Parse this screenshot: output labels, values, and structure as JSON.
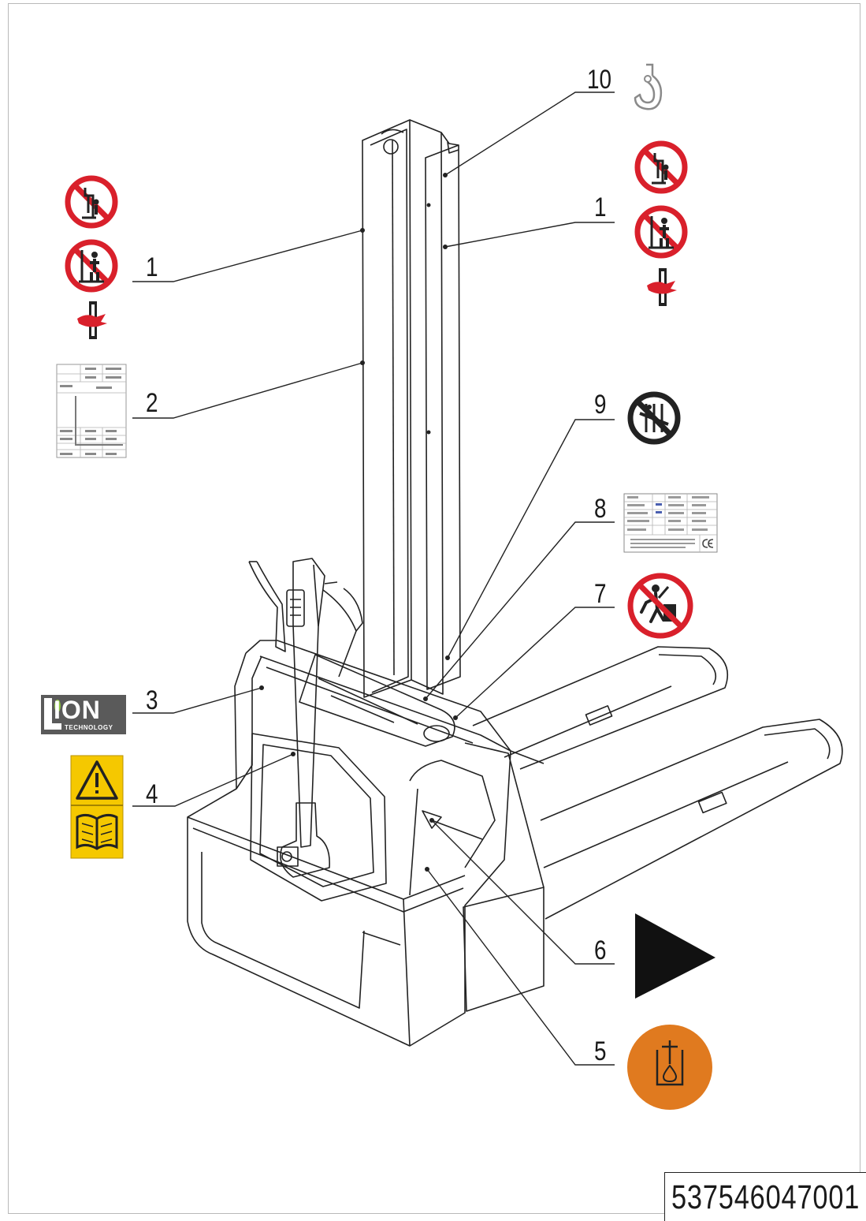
{
  "drawing_number": "537546047001",
  "callouts": {
    "c1_left": "1",
    "c1_right": "1",
    "c2": "2",
    "c3": "3",
    "c4": "4",
    "c5": "5",
    "c6": "6",
    "c7": "7",
    "c8": "8",
    "c9": "9",
    "c10": "10"
  },
  "lion_logo": {
    "word": "ION",
    "tagline": "TECHNOLOGY"
  },
  "colors": {
    "prohibition_red": "#d9202b",
    "warning_yellow": "#f5c800",
    "oil_orange": "#e07a1f",
    "line": "#222222",
    "logo_grey": "#5a5a5a",
    "logo_green": "#8cc63f"
  },
  "icons": {
    "c1": [
      "no-standing-under-load-icon",
      "no-riding-on-mast-icon",
      "hand-crush-hazard-icon"
    ],
    "c2": "load-capacity-chart-label",
    "c3": "lion-technology-logo",
    "c4": [
      "warning-triangle-icon",
      "read-manual-icon"
    ],
    "c5": "hydraulic-oil-icon",
    "c6": "direction-arrow-icon",
    "c7": "no-passengers-icon",
    "c8": "rating-plate-label",
    "c9": "no-reaching-through-mast-icon",
    "c10": "lifting-hook-icon"
  }
}
